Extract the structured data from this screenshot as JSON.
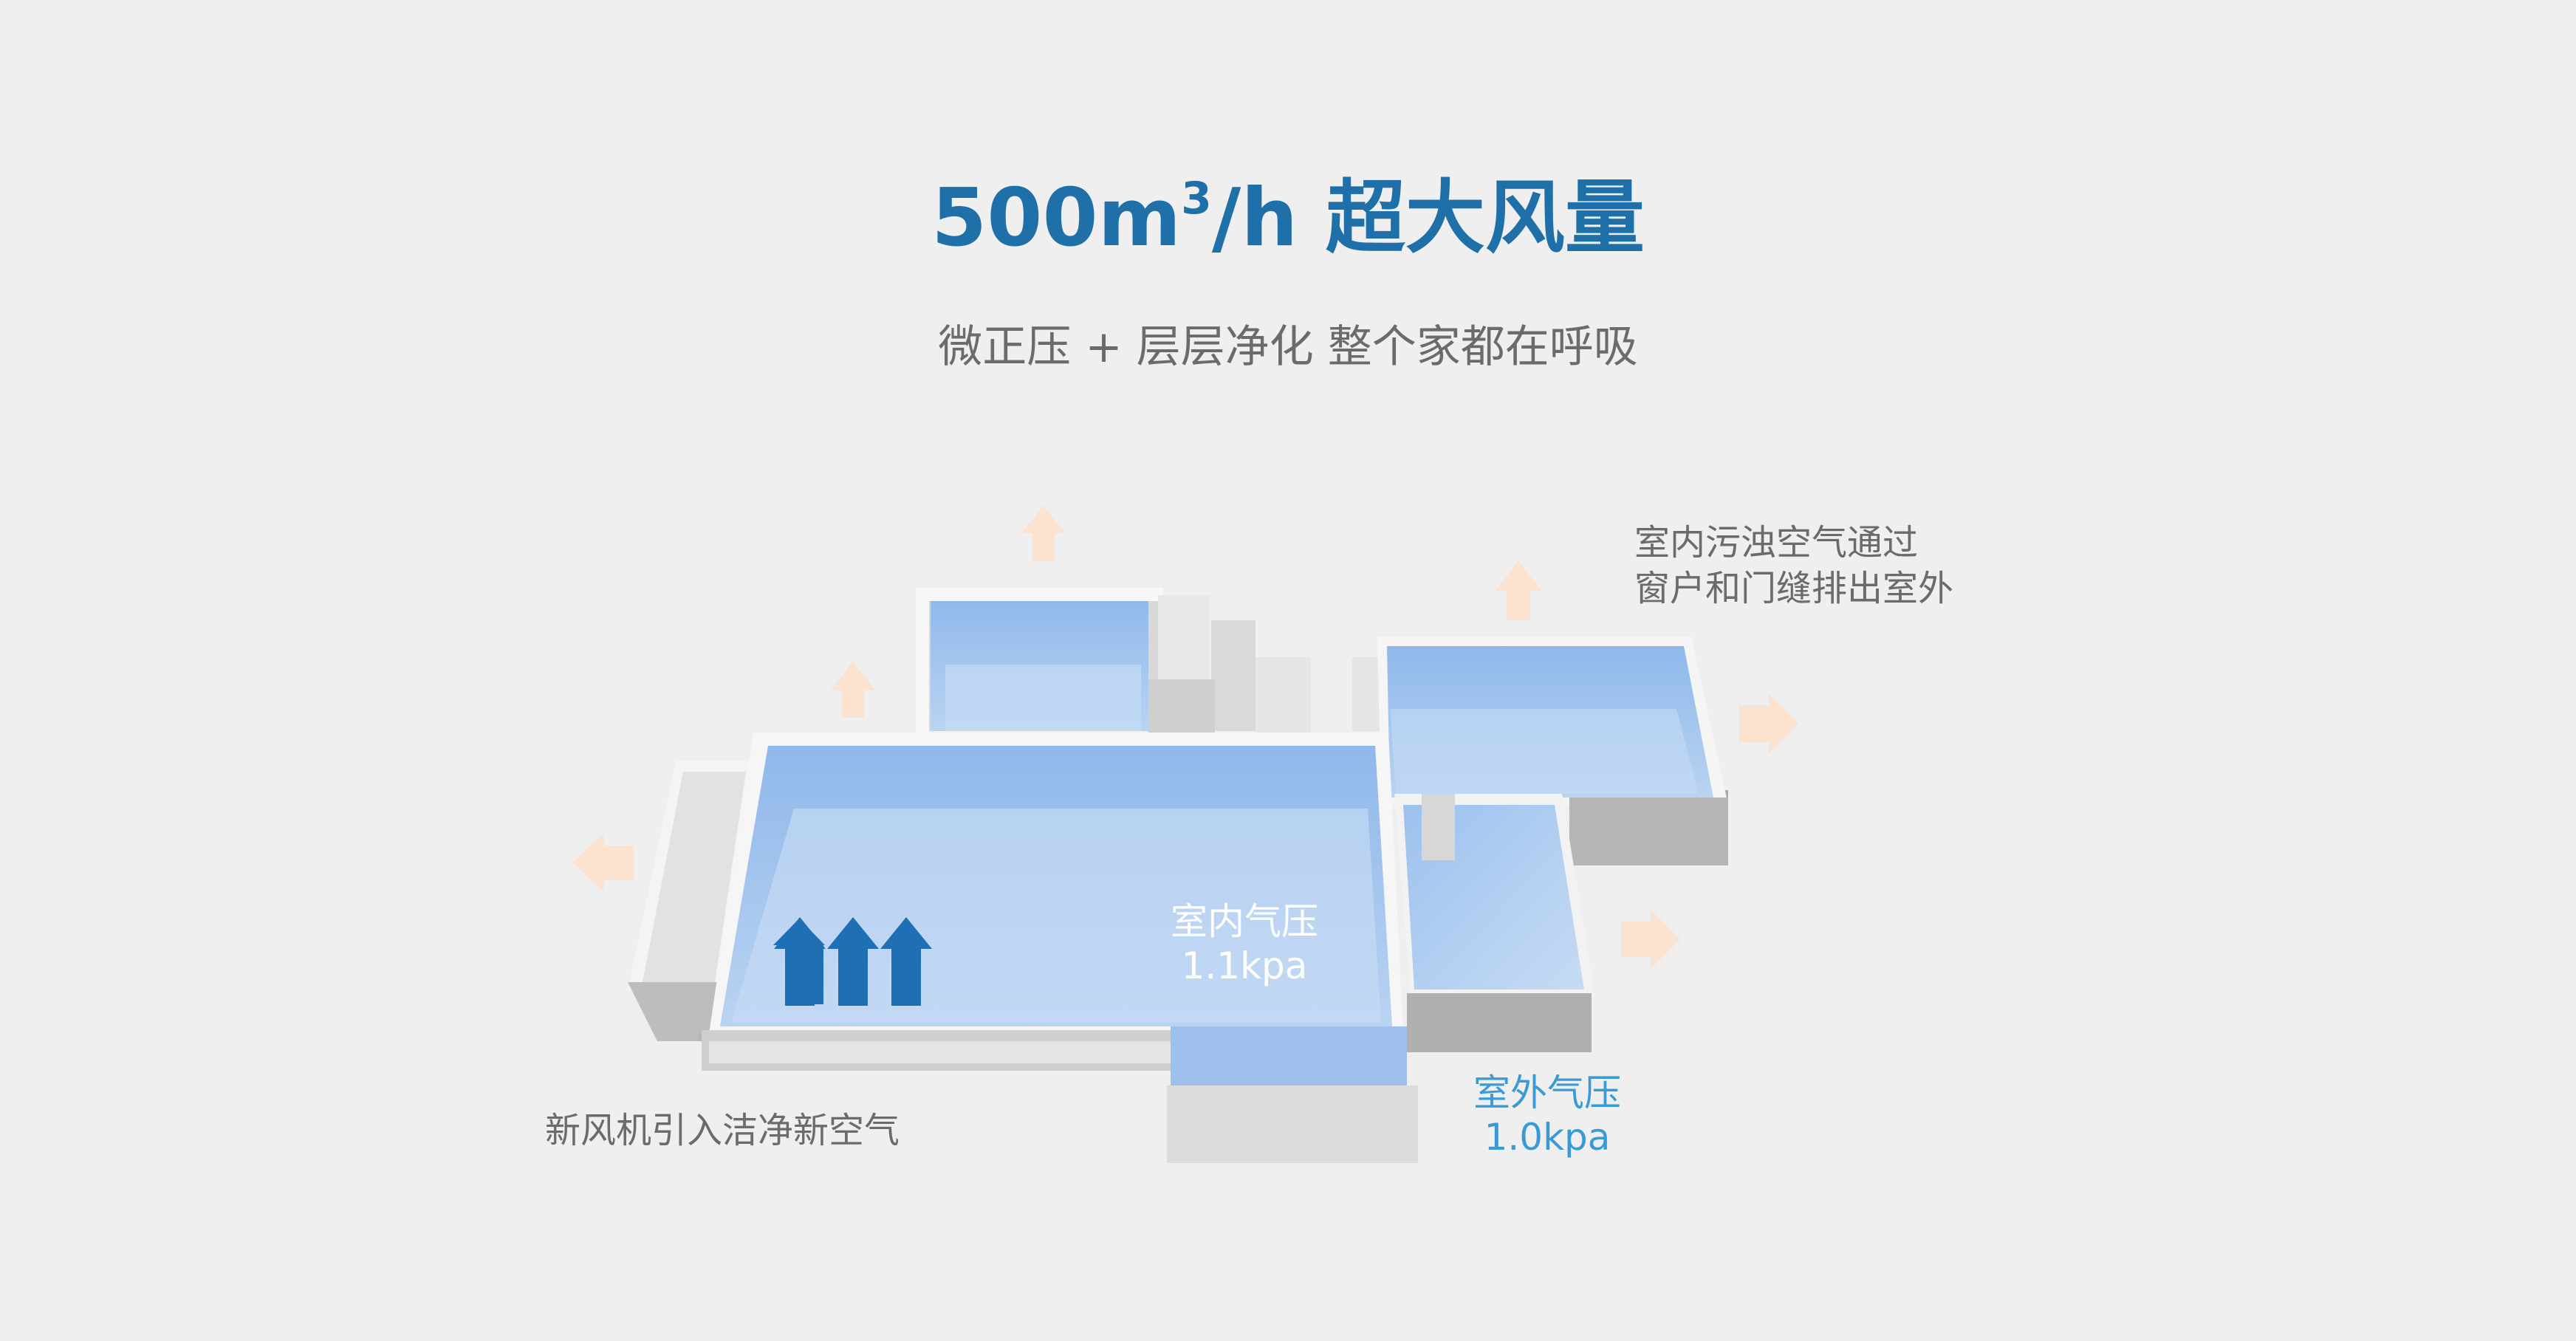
{
  "title": {
    "prefix": "500m",
    "superscript": "3",
    "suffix": "/h 超大风量"
  },
  "subtitle": "微正压 + 层层净化 整个家都在呼吸",
  "labels": {
    "exhaust_line1": "室内污浊空气通过",
    "exhaust_line2": "窗户和门缝排出室外",
    "intake": "新风机引入洁净新空气"
  },
  "indoor_pressure": {
    "label": "室内气压",
    "value": "1.1kpa"
  },
  "outdoor_pressure": {
    "label": "室外气压",
    "value": "1.0kpa"
  },
  "colors": {
    "title": "#1f6fa8",
    "outdoor_text": "#3a9ad6",
    "intake_arrows": "#1f6fb5",
    "exhaust_arrows": "#fbe3cf",
    "room_fill": "#a8c8ef",
    "wall_top": "#f7f7f7",
    "wall_side": "#c9c9c9",
    "background": "#efefef"
  }
}
